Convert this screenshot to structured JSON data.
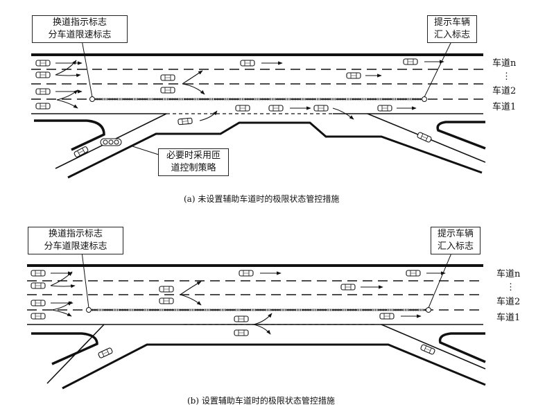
{
  "panel_a": {
    "sign_change_lane": [
      "换道指示标志",
      "分车道限速标志"
    ],
    "sign_merge_warning": [
      "提示车辆",
      "汇入标志"
    ],
    "ramp_control_note": [
      "必要时采用匝",
      "道控制策略"
    ],
    "lane_labels": {
      "lane_n": "车道n",
      "ellipsis": "⋮",
      "lane_2": "车道2",
      "lane_1": "车道1"
    },
    "caption": "(a) 未设置辅助车道时的极限状态管控措施"
  },
  "panel_b": {
    "sign_change_lane": [
      "换道指示标志",
      "分车道限速标志"
    ],
    "sign_merge_warning": [
      "提示车辆",
      "汇入标志"
    ],
    "lane_labels": {
      "lane_n": "车道n",
      "ellipsis": "⋮",
      "lane_2": "车道2",
      "lane_1": "车道1"
    },
    "caption": "(b) 设置辅助车道时的极限状态管控措施"
  }
}
